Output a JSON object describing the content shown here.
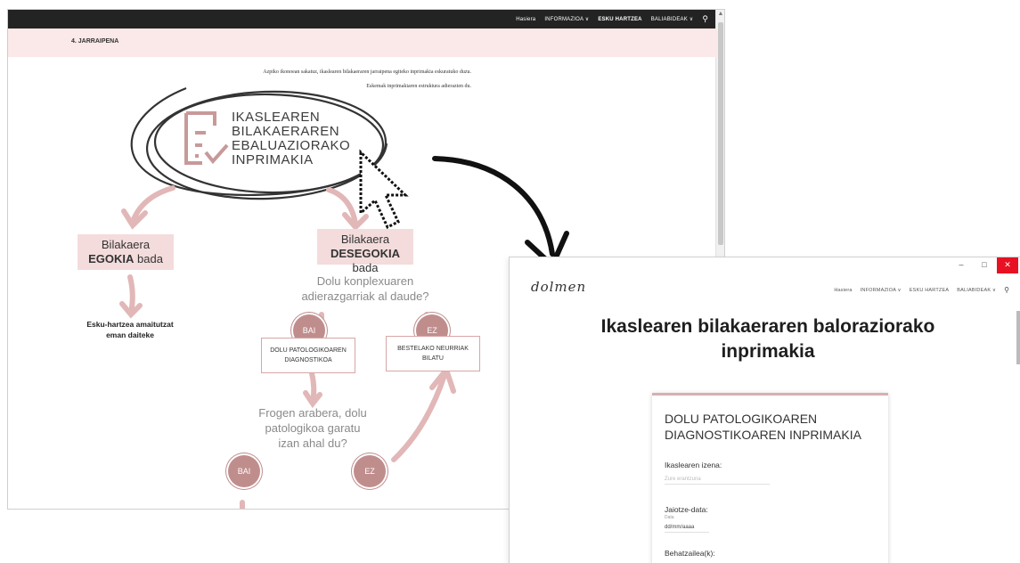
{
  "page1": {
    "nav": {
      "items": [
        {
          "label": "Hasiera"
        },
        {
          "label": "INFORMAZIOA ∨"
        },
        {
          "label": "ESKU HARTZEA"
        },
        {
          "label": "BALIABIDEAK ∨"
        }
      ],
      "search_icon": "search-icon"
    },
    "section_title": "4. JARRAIPENA",
    "intro_lines": [
      "Azpiko ikonoean sakatuz, ikaslearen bilakaeraren jarraipena egiteko inprimakia eskuratuko duzu.",
      "Eskemak inprimakiaren estruktura adierazten du."
    ],
    "infographic": {
      "form_title_lines": [
        "IKASLEAREN",
        "BILAKAERAREN",
        "EBALUAZIORAKO",
        "INPRIMAKIA"
      ],
      "box_left": {
        "line1": "Bilakaera",
        "bold": "EGOKIA",
        "rest": "bada"
      },
      "box_right": {
        "line1": "Bilakaera",
        "bold": "DESEGOKIA",
        "rest": "bada"
      },
      "left_result_lines": [
        "Esku-hartzea amaitutzat",
        "eman daiteke"
      ],
      "question1_lines": [
        "Dolu konplexuaren",
        "adierazgarriak al daude?"
      ],
      "badge_bai": "BAI",
      "badge_ez": "EZ",
      "box_diag_lines": [
        "DOLU PATOLOGIKOAREN",
        "DIAGNOSTIKOA"
      ],
      "box_other_lines": [
        "BESTELAKO NEURRIAK",
        "BILATU"
      ],
      "question2_lines": [
        "Frogen arabera, dolu",
        "patologikoa garatu",
        "izan ahal du?"
      ],
      "colors": {
        "accent": "#c08d8d",
        "box_fill": "#f4dcdc",
        "arrow": "#e2b7b7"
      }
    }
  },
  "page2": {
    "window_buttons": {
      "minimize": "–",
      "maximize": "□",
      "close": "✕"
    },
    "logo": "dolmen",
    "nav": [
      {
        "label": "Hasiera"
      },
      {
        "label": "INFORMAZIOA ∨"
      },
      {
        "label": "ESKU HARTZEA"
      },
      {
        "label": "BALIABIDEAK ∨"
      }
    ],
    "heading_lines": [
      "Ikaslearen bilakaeraren baloraziorako",
      "inprimakia"
    ],
    "card": {
      "title_lines": [
        "DOLU PATOLOGIKOAREN",
        "DIAGNOSTIKOAREN INPRIMAKIA"
      ],
      "name_label": "Ikaslearen izena:",
      "name_placeholder": "Zure erantzuna",
      "dob_label": "Jaiotze-data:",
      "dob_sub": "Data",
      "dob_value": "dd/mm/aaaa",
      "observer_label": "Behatzailea(k):"
    }
  }
}
